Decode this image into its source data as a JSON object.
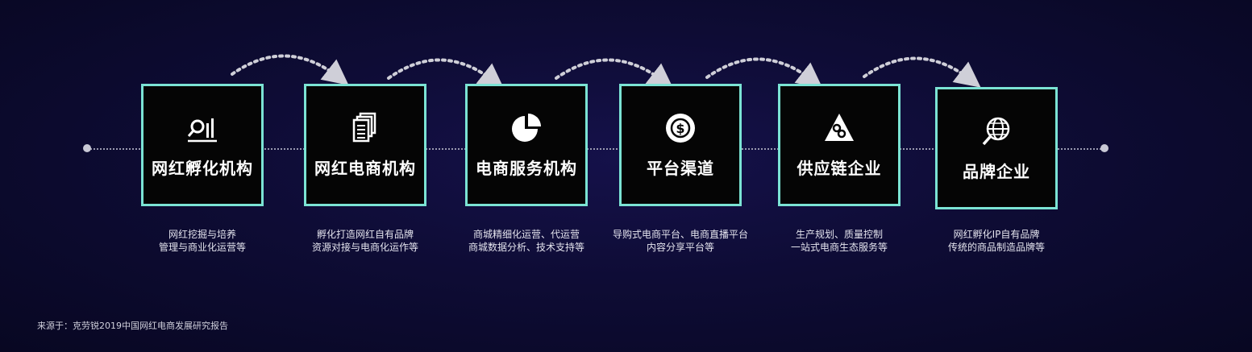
{
  "stages": [
    {
      "icon": "chart-magnifier-icon",
      "label": "网红孵化机构",
      "desc1": "网红挖掘与培养",
      "desc2": "管理与商业化运营等"
    },
    {
      "icon": "document-stack-icon",
      "label": "网红电商机构",
      "desc1": "孵化打造网红自有品牌",
      "desc2": "资源对接与电商化运作等"
    },
    {
      "icon": "pie-chart-icon",
      "label": "电商服务机构",
      "desc1": "商城精细化运营、代运营",
      "desc2": "商城数据分析、技术支持等"
    },
    {
      "icon": "dollar-cycle-icon",
      "label": "平台渠道",
      "desc1": "导购式电商平台、电商直播平台",
      "desc2": "内容分享平台等"
    },
    {
      "icon": "pyramid-chain-icon",
      "label": "供应链企业",
      "desc1": "生产规划、质量控制",
      "desc2": "一站式电商生态服务等"
    },
    {
      "icon": "globe-magnifier-icon",
      "label": "品牌企业",
      "desc1": "网红孵化IP自有品牌",
      "desc2": "传统的商品制造品牌等"
    }
  ],
  "source": "来源于：克劳锐2019中国网红电商发展研究报告",
  "colors": {
    "accent": "#7be3d4",
    "card_bg": "#050505",
    "background": "#0e0c35"
  }
}
